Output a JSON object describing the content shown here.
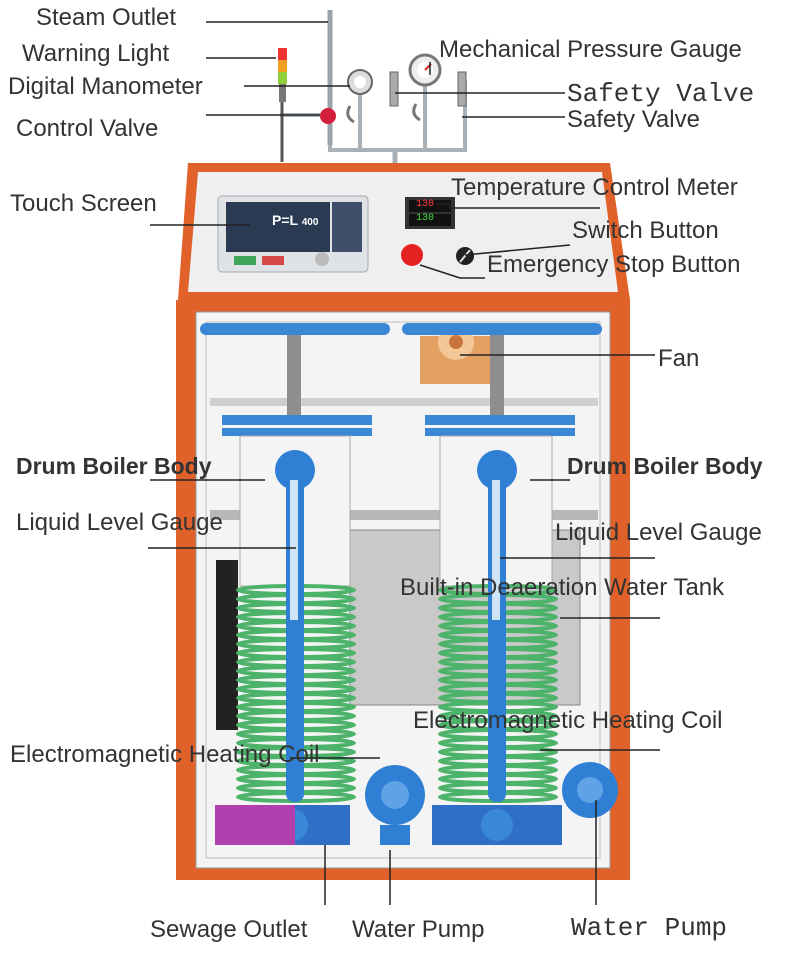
{
  "labels": {
    "steam_outlet": "Steam Outlet",
    "warning_light": "Warning Light",
    "digital_manometer": "Digital Manometer",
    "control_valve": "Control Valve",
    "mechanical_pressure_gauge": "Mechanical Pressure Gauge",
    "safety_valve_1": "Safety Valve",
    "safety_valve_2": "Safety Valve",
    "touch_screen": "Touch Screen",
    "temperature_control_meter": "Temperature Control Meter",
    "switch_button": "Switch Button",
    "emergency_stop_button": "Emergency Stop Button",
    "fan": "Fan",
    "drum_boiler_body_left": "Drum Boiler Body",
    "drum_boiler_body_right": "Drum Boiler Body",
    "liquid_level_gauge_left": "Liquid Level Gauge",
    "liquid_level_gauge_right": "Liquid Level Gauge",
    "deaeration_tank": "Built-in Deaeration Water Tank",
    "heating_coil_left": "Electromagnetic Heating Coil",
    "heating_coil_right": "Electromagnetic Heating Coil",
    "sewage_outlet": "Sewage Outlet",
    "water_pump_left": "Water Pump",
    "water_pump_right": "Water Pump"
  },
  "screen": {
    "display_text": "P=L",
    "display_value": "400"
  },
  "temp_meter": {
    "top_value": "130",
    "bottom_value": "130"
  },
  "colors": {
    "cabinet_orange": "#e0622a",
    "panel_gray": "#eeeeee",
    "pipe_blue": "#2f7fd4",
    "coil_green": "#4db36a",
    "drum_white": "#f4f4f4",
    "tank_gray": "#c9c9c9"
  }
}
